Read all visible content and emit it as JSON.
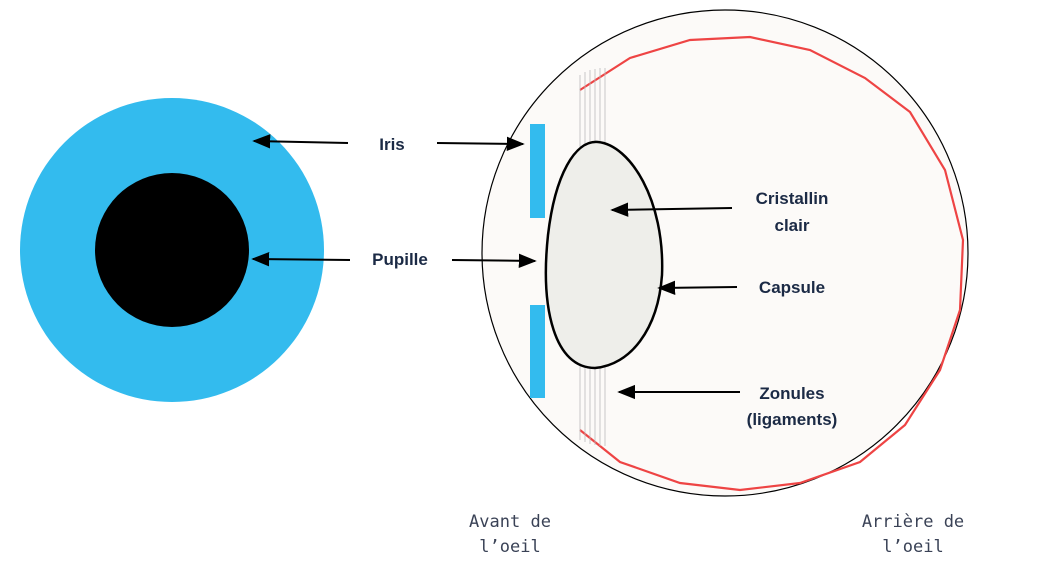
{
  "labels": {
    "iris": "Iris",
    "pupille": "Pupille",
    "cristallin_line1": "Cristallin",
    "cristallin_line2": "clair",
    "capsule": "Capsule",
    "zonules_line1": "Zonules",
    "zonules_line2": "(ligaments)",
    "avant_line1": "Avant de",
    "avant_line2": "l’oeil",
    "arriere_line1": "Arrière de",
    "arriere_line2": "l’oeil"
  },
  "colors": {
    "iris": "#33bbee",
    "pupil": "#000000",
    "retina": "#ee4444",
    "lens_fill": "#eeeeea",
    "eyeball_fill": "#fcfaf8",
    "text": "#1b2a45"
  }
}
